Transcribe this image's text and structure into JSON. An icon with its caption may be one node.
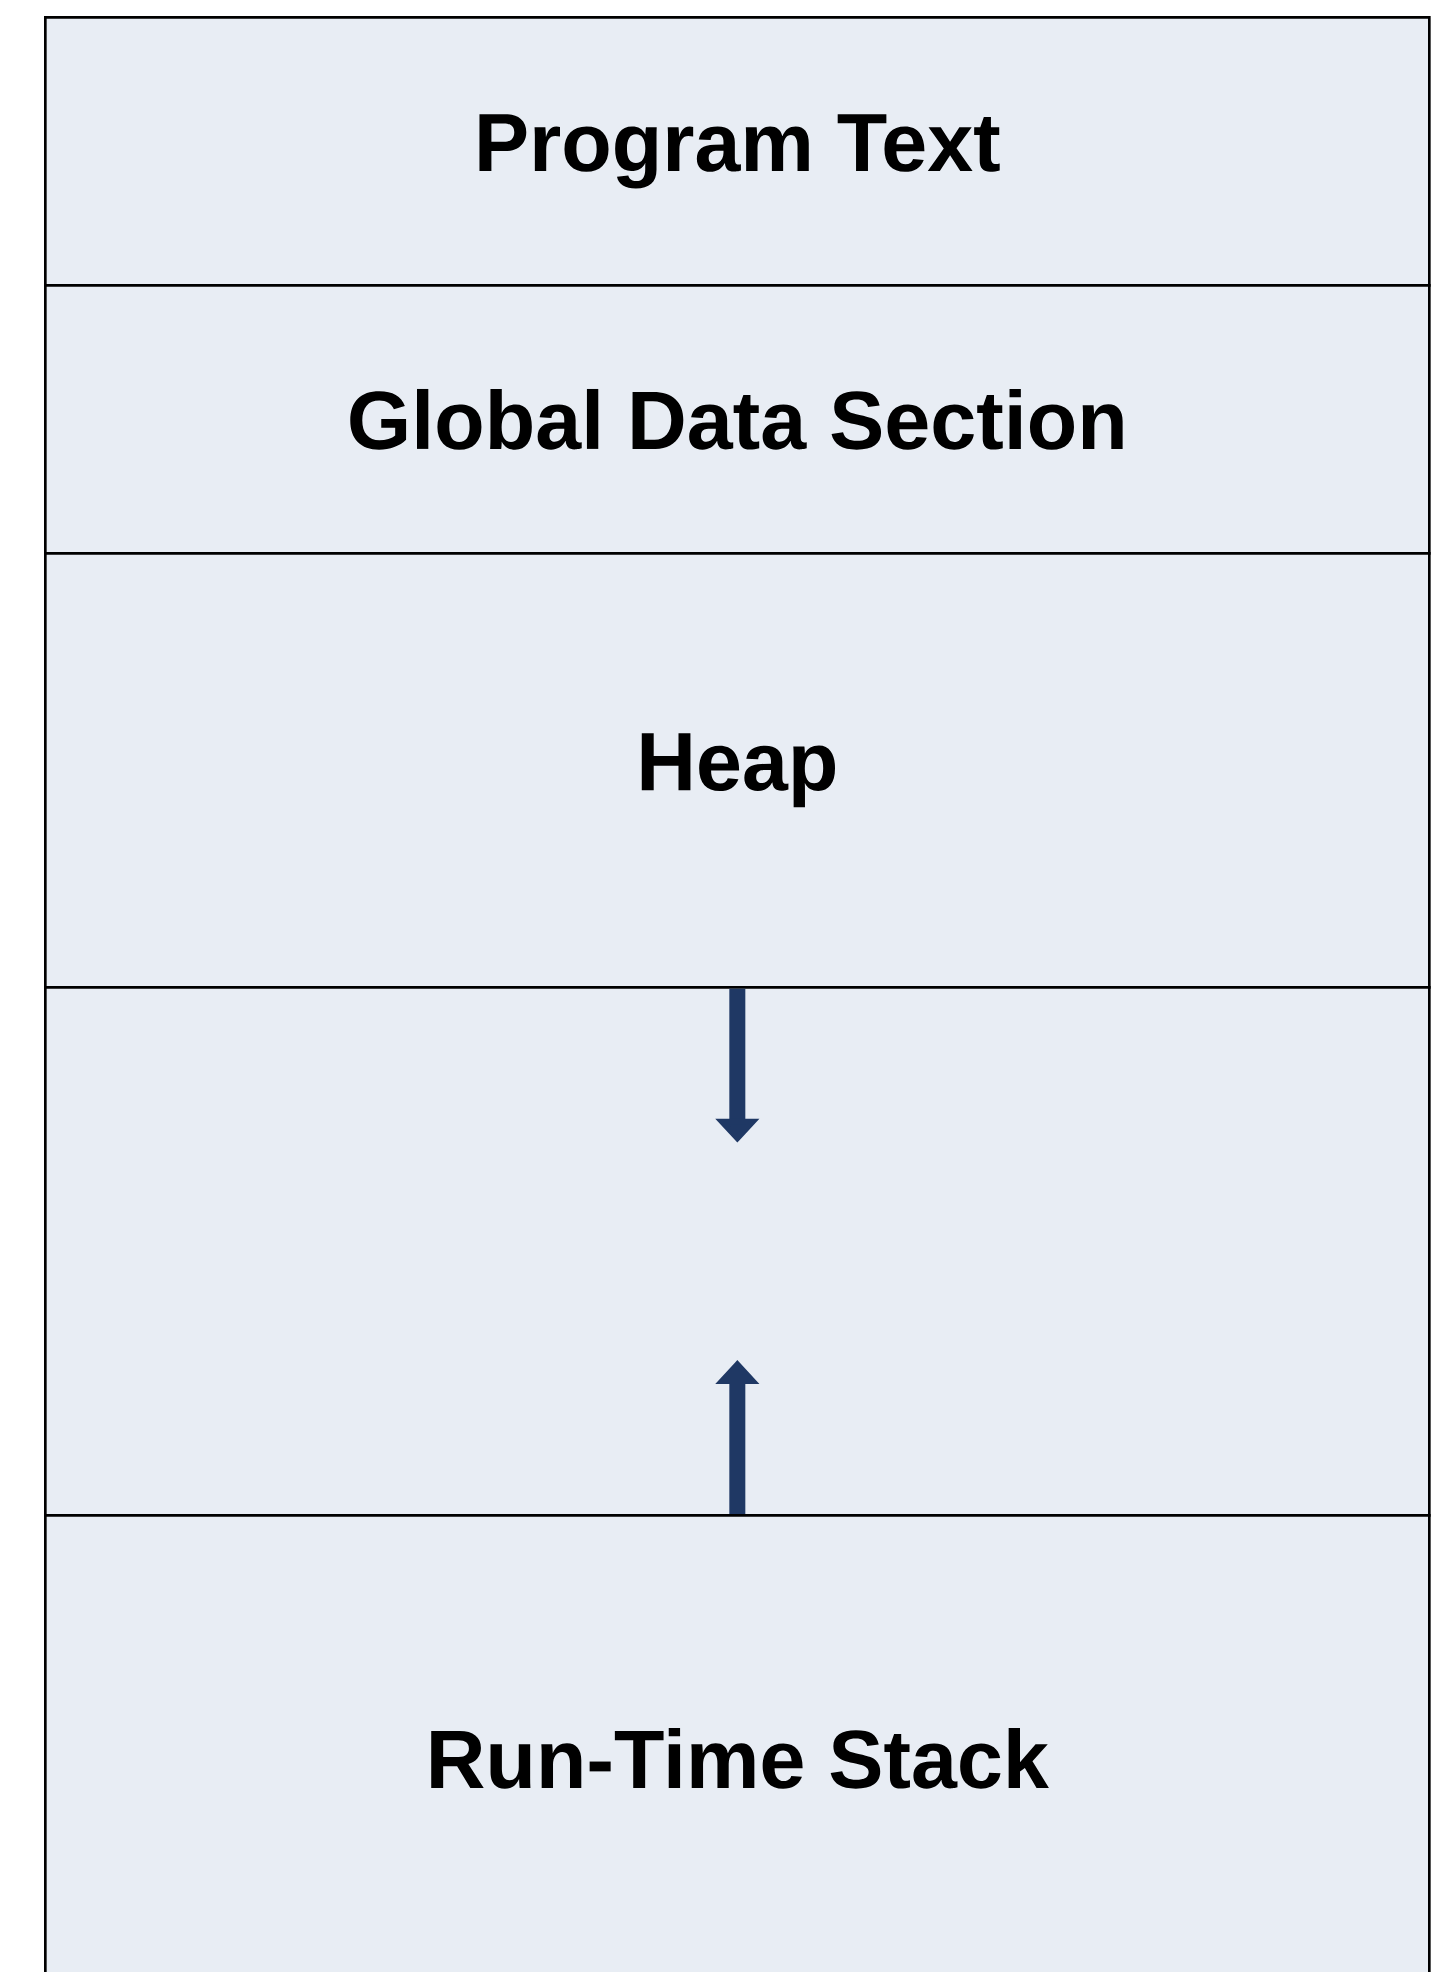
{
  "diagram": {
    "nodes": [
      {
        "text": [
          "Program Text"
        ]
      },
      {
        "text": [
          "Global Data Section"
        ]
      },
      {
        "text": [
          "Heap"
        ]
      },
      {
        "text": [],
        "shape": "box"
      },
      {
        "text": [
          "Run-Time Stack"
        ]
      }
    ],
    "edges": [
      {
        "from": 2,
        "to": 3,
        "arrow": "to"
      },
      {
        "from": 4,
        "to": 3,
        "arrow": "to"
      }
    ]
  }
}
